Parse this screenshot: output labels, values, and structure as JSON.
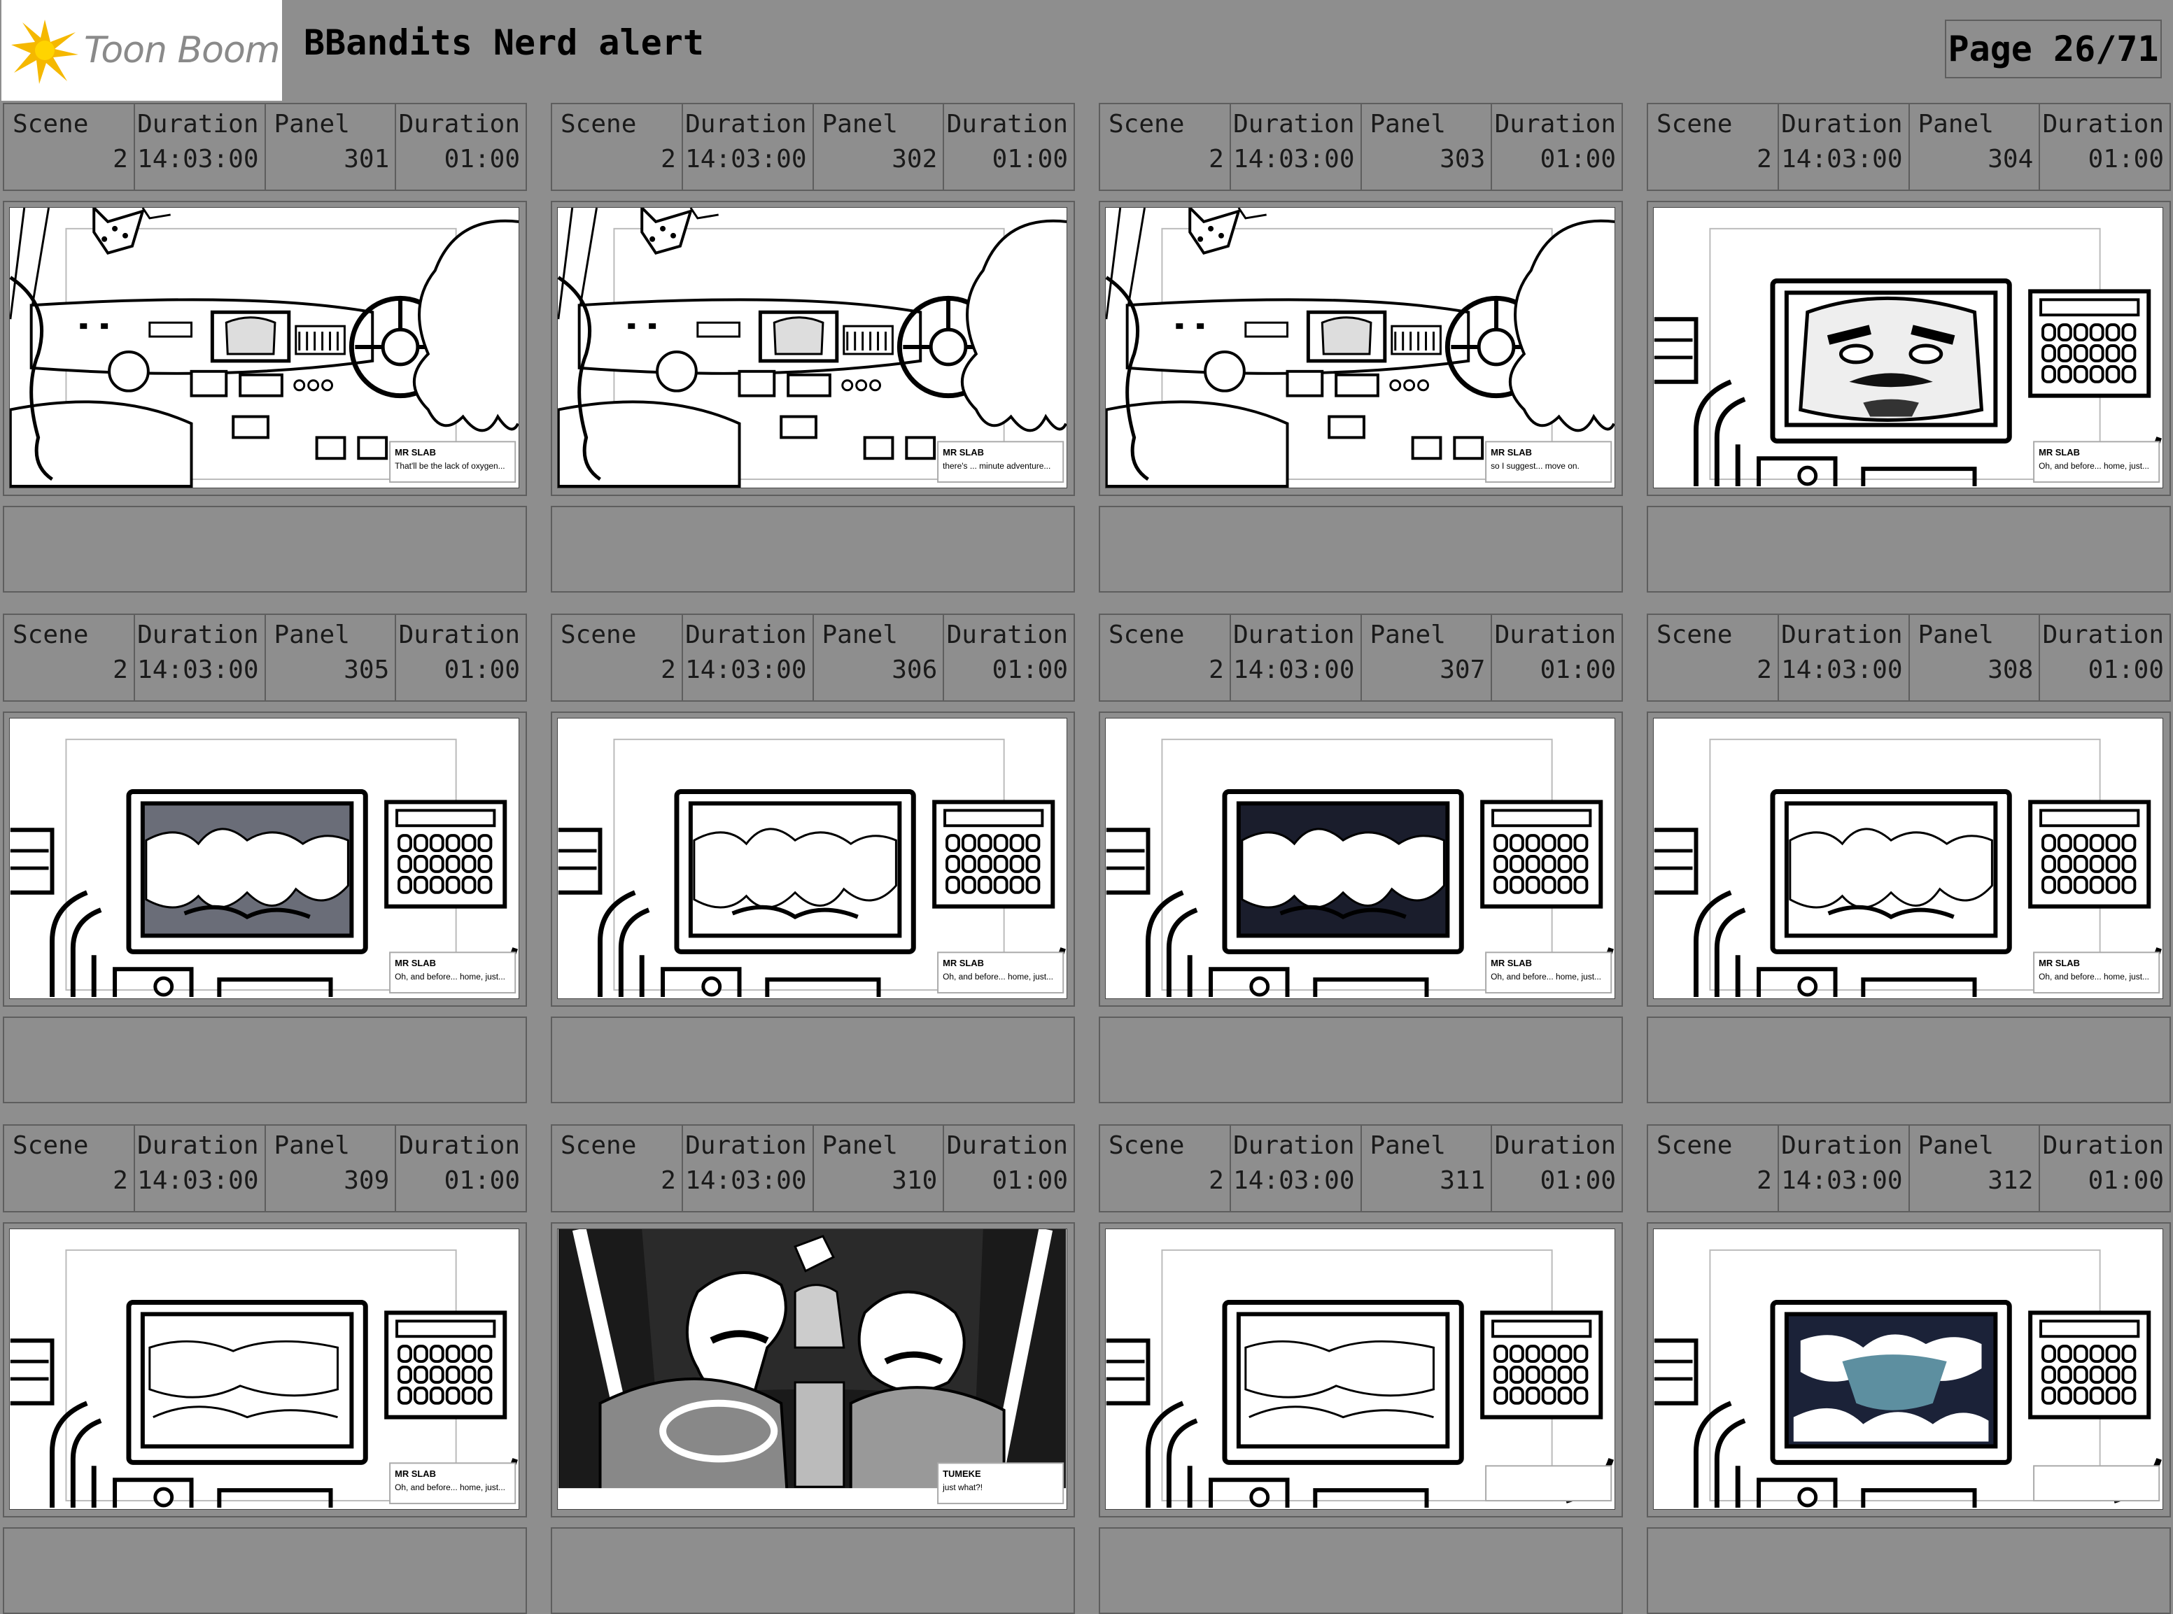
{
  "header": {
    "logo_text": "Toon Boom",
    "title": "BBandits Nerd alert",
    "page": "Page 26/71"
  },
  "labels": {
    "scene": "Scene",
    "duration": "Duration",
    "panel": "Panel"
  },
  "panels": [
    {
      "scene": "2",
      "scene_duration": "14:03:00",
      "panel": "301",
      "panel_duration": "01:00",
      "caption_name": "MR SLAB",
      "caption_text": "That'll be the lack of oxygen..."
    },
    {
      "scene": "2",
      "scene_duration": "14:03:00",
      "panel": "302",
      "panel_duration": "01:00",
      "caption_name": "MR SLAB",
      "caption_text": "there's ... minute adventure..."
    },
    {
      "scene": "2",
      "scene_duration": "14:03:00",
      "panel": "303",
      "panel_duration": "01:00",
      "caption_name": "MR SLAB",
      "caption_text": "so I suggest... move on."
    },
    {
      "scene": "2",
      "scene_duration": "14:03:00",
      "panel": "304",
      "panel_duration": "01:00",
      "caption_name": "MR SLAB",
      "caption_text": "Oh, and before... home, just..."
    },
    {
      "scene": "2",
      "scene_duration": "14:03:00",
      "panel": "305",
      "panel_duration": "01:00",
      "caption_name": "MR SLAB",
      "caption_text": "Oh, and before... home, just..."
    },
    {
      "scene": "2",
      "scene_duration": "14:03:00",
      "panel": "306",
      "panel_duration": "01:00",
      "caption_name": "MR SLAB",
      "caption_text": "Oh, and before... home, just..."
    },
    {
      "scene": "2",
      "scene_duration": "14:03:00",
      "panel": "307",
      "panel_duration": "01:00",
      "caption_name": "MR SLAB",
      "caption_text": "Oh, and before... home, just..."
    },
    {
      "scene": "2",
      "scene_duration": "14:03:00",
      "panel": "308",
      "panel_duration": "01:00",
      "caption_name": "MR SLAB",
      "caption_text": "Oh, and before... home, just..."
    },
    {
      "scene": "2",
      "scene_duration": "14:03:00",
      "panel": "309",
      "panel_duration": "01:00",
      "caption_name": "MR SLAB",
      "caption_text": "Oh, and before... home, just..."
    },
    {
      "scene": "2",
      "scene_duration": "14:03:00",
      "panel": "310",
      "panel_duration": "01:00",
      "caption_name": "TUMEKE",
      "caption_text": "just what?!"
    },
    {
      "scene": "2",
      "scene_duration": "14:03:00",
      "panel": "311",
      "panel_duration": "01:00",
      "caption_name": "",
      "caption_text": ""
    },
    {
      "scene": "2",
      "scene_duration": "14:03:00",
      "panel": "312",
      "panel_duration": "01:00",
      "caption_name": "",
      "caption_text": ""
    }
  ]
}
